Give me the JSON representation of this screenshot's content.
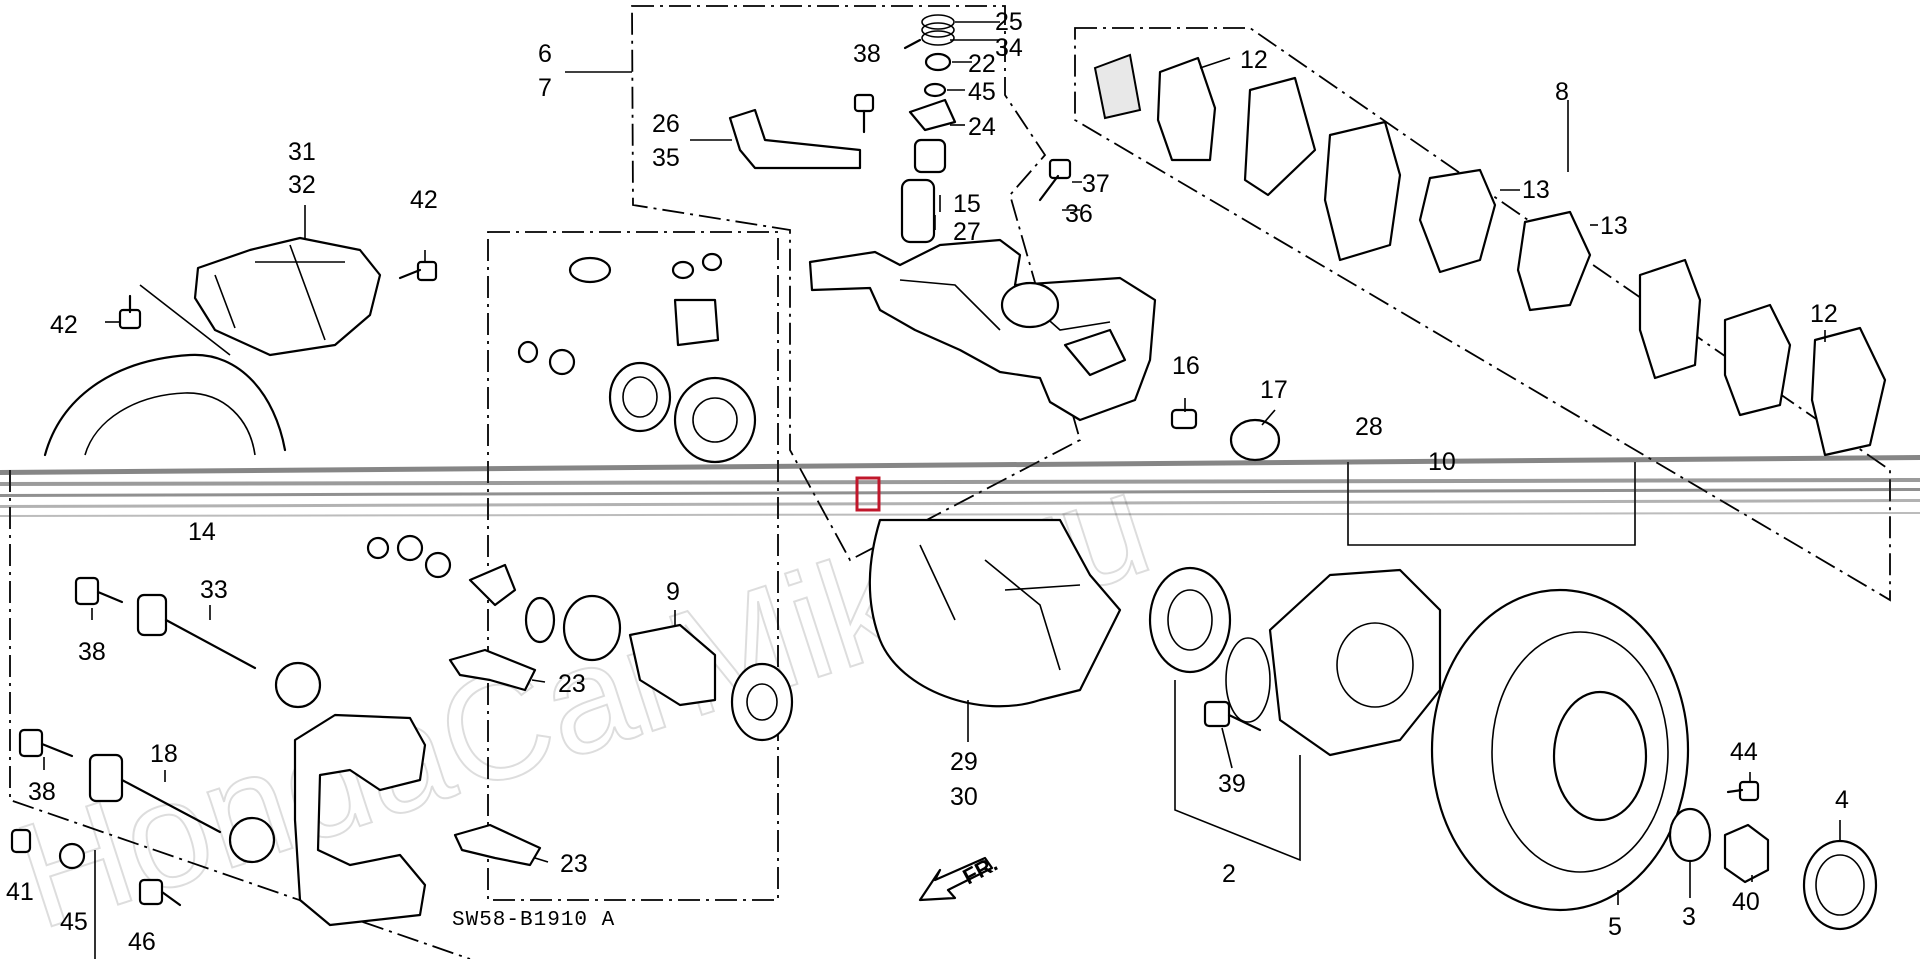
{
  "diagram": {
    "code": "SW58-B1910 A",
    "front_marker": "FR.",
    "watermark": "HondaCarMike.ru",
    "callouts": {
      "c6": "6",
      "c7": "7",
      "c38a": "38",
      "c25": "25",
      "c34": "34",
      "c22": "22",
      "c45a": "45",
      "c24": "24",
      "c26": "26",
      "c35": "35",
      "c15": "15",
      "c27": "27",
      "c37": "37",
      "c36": "36",
      "c12a": "12",
      "c8": "8",
      "c13a": "13",
      "c13b": "13",
      "c12b": "12",
      "c31": "31",
      "c32": "32",
      "c42a": "42",
      "c42b": "42",
      "c16": "16",
      "c17": "17",
      "c28": "28",
      "c10": "10",
      "c14": "14",
      "c33": "33",
      "c38b": "38",
      "c9": "9",
      "c23a": "23",
      "c18": "18",
      "c38c": "38",
      "c41": "41",
      "c45b": "45",
      "c46": "46",
      "c23b": "23",
      "c29": "29",
      "c30": "30",
      "c39": "39",
      "c2": "2",
      "c5": "5",
      "c3": "3",
      "c40": "40",
      "c44": "44",
      "c4": "4"
    }
  }
}
